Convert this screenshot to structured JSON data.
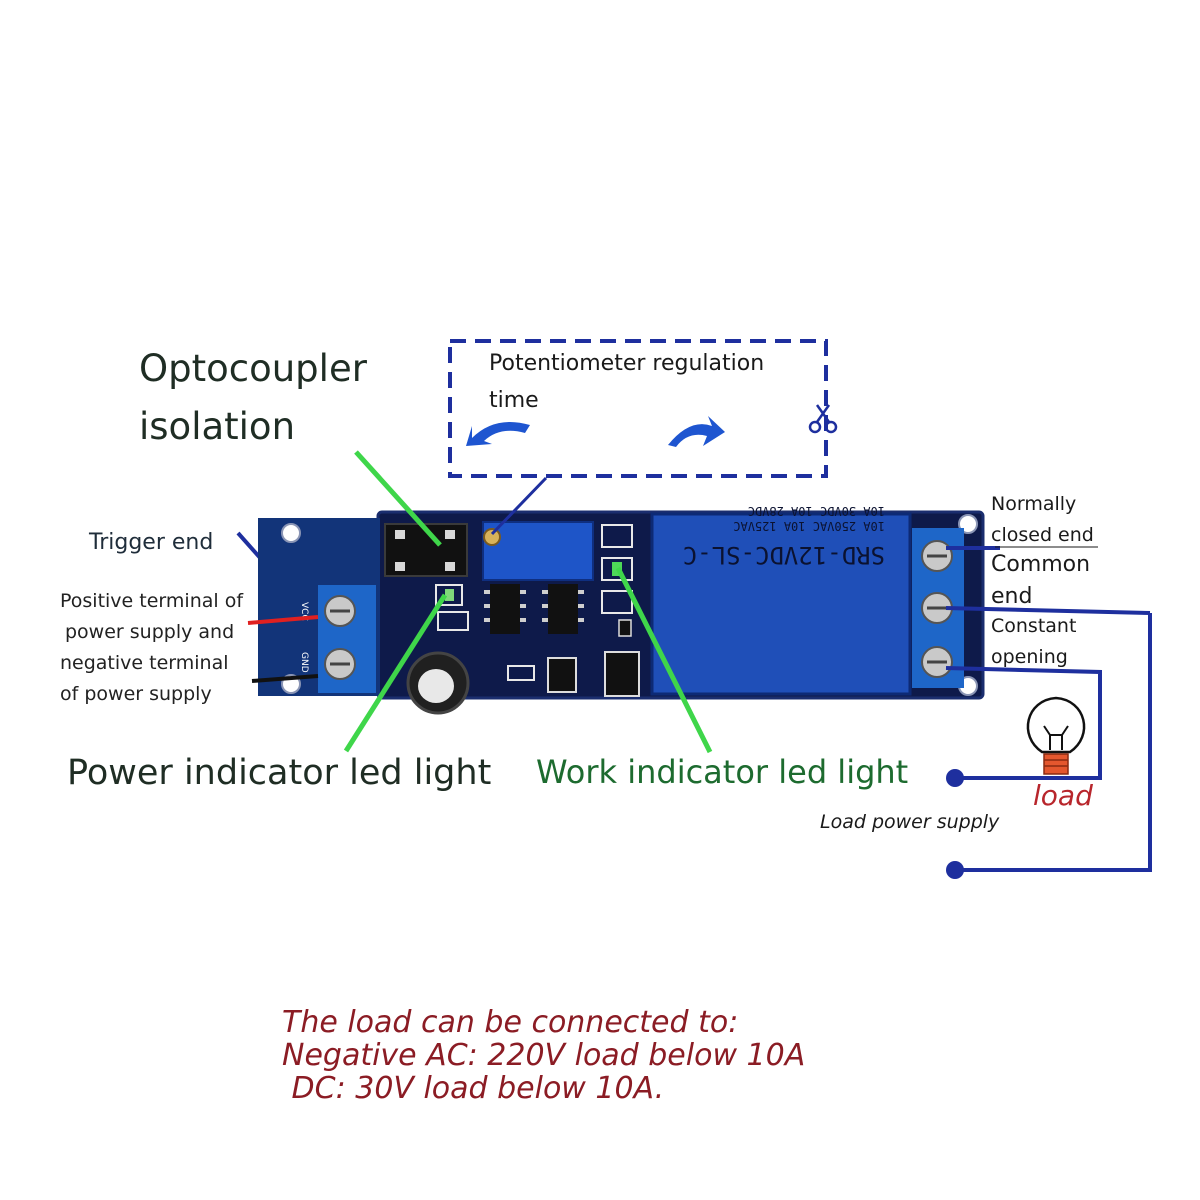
{
  "labels": {
    "optocoupler": [
      "Optocoupler",
      "isolation"
    ],
    "potentiometer": [
      "Potentiometer regulation",
      "time"
    ],
    "trigger_end": "Trigger end",
    "power_terminal": [
      "Positive terminal of",
      "power supply and",
      "negative terminal",
      "of power supply"
    ],
    "normally_closed": [
      "Normally",
      "closed end"
    ],
    "common_end": [
      "Common",
      "end"
    ],
    "constant_opening": [
      "Constant",
      "opening"
    ],
    "power_indicator": "Power indicator led light",
    "work_indicator": "Work indicator led light",
    "load": "load",
    "load_power_supply": "Load power supply"
  },
  "board": {
    "relay_text": [
      "SRD-12VDC-SL-C",
      "10A 250VAC  10A 125VAC",
      "10A 30VDC  10A 28VDC"
    ],
    "terminal_text": [
      "VCC",
      "GND"
    ]
  },
  "note": [
    "The load can be connected to:",
    "Negative AC: 220V load below 10A",
    " DC: 30V load below 10A."
  ],
  "colors": {
    "board": "#0e1a4a",
    "relay": "#1f4fb8",
    "terminal": "#1e66c8",
    "wire_blue": "#1e2f9e",
    "pointer_green": "#3fd64a",
    "note_red": "#8b1c24",
    "load_red": "#b8262c"
  },
  "icons": [
    "scissors-icon",
    "left-curved-arrow-icon",
    "right-curved-arrow-icon",
    "light-bulb-icon",
    "switch-symbol-icon"
  ]
}
